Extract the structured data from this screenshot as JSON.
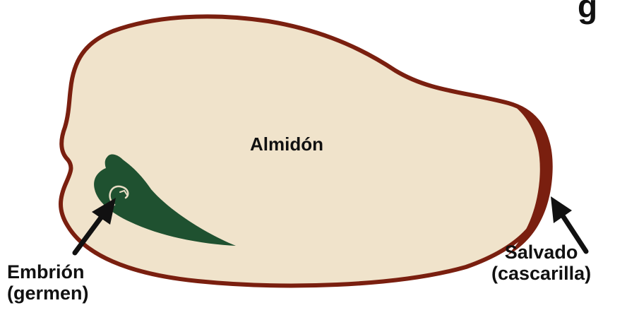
{
  "labels": {
    "starch": "Almidón",
    "embryo_line1": "Embrión",
    "embryo_line2": "(germen)",
    "bran_line1": "Salvado",
    "bran_line2": "(cascarilla)",
    "clipped_letter": "g"
  },
  "colors": {
    "grain_fill": "#f0e3cb",
    "grain_outline": "#7a1f0f",
    "bran_band": "#7a1f0f",
    "embryo_fill": "#1f5130",
    "arrow": "#111111"
  }
}
